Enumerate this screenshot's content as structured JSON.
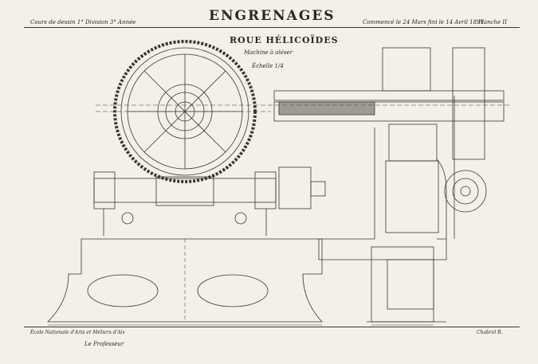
{
  "header": {
    "course": "Cours de dessin 1° Division 3° Année",
    "title": "ENGRENAGES",
    "dates": "Commencé le 24 Mars fini le 14 Avril 1891",
    "plate": "Planche II"
  },
  "subtitle": {
    "title": "ROUE HÉLICOÏDES",
    "machine": "Machine à aléser",
    "scale": "Échelle 1/4"
  },
  "footer": {
    "school": "École Nationale d'Arts et Métiers d'Aix",
    "signature": "Chabrol R.",
    "professor": "Le Professeur"
  },
  "colors": {
    "paper": "#f4f0e7",
    "ink": "#2a2724"
  }
}
